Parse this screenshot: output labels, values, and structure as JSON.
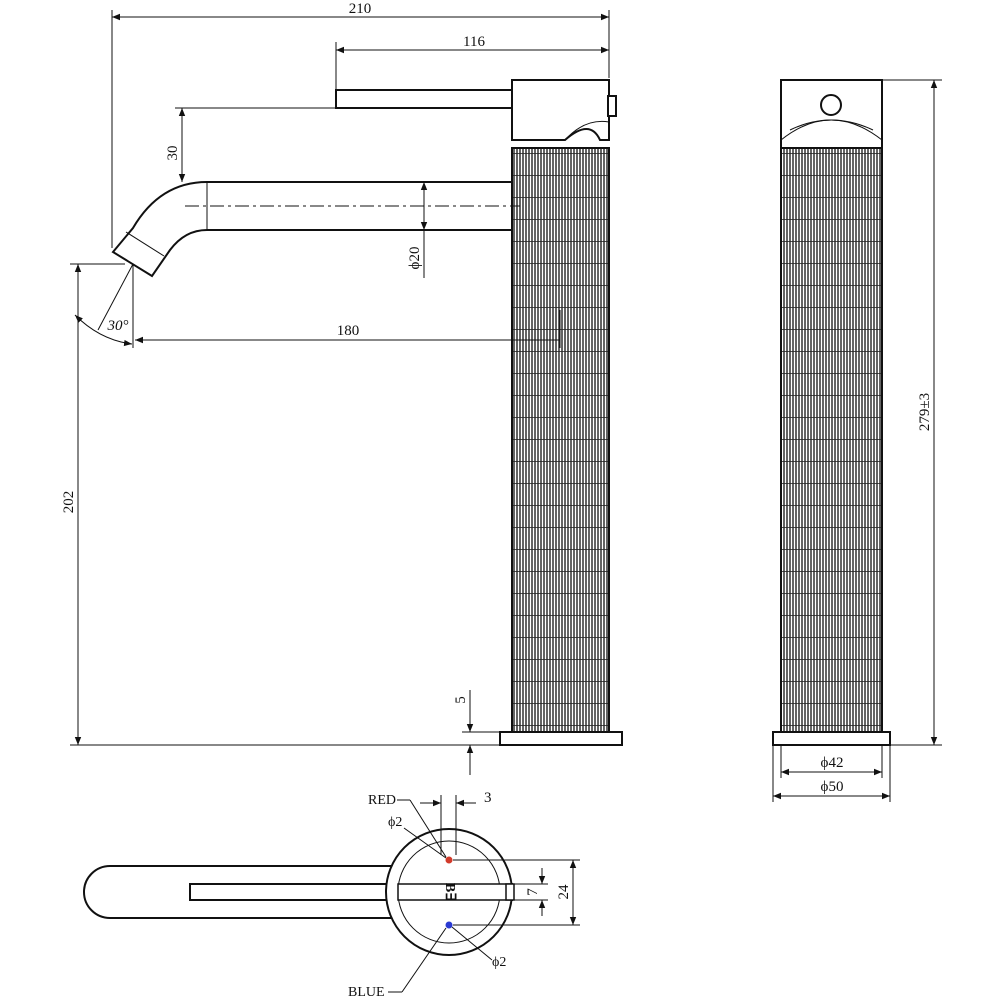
{
  "side_view": {
    "dim_total_width": "210",
    "dim_spout_to_lever": "116",
    "dim_lever_height": "30",
    "dim_spout_diameter": "ϕ20",
    "dim_reach": "180",
    "dim_spout_angle": "30°",
    "dim_spout_height": "202",
    "dim_base_plate": "5"
  },
  "front_view": {
    "dim_total_height": "279±3",
    "dim_body_diameter": "ϕ42",
    "dim_base_diameter": "ϕ50"
  },
  "top_view": {
    "label_red": "RED",
    "label_blue": "BLUE",
    "dim_offset": "3",
    "dim_hole_red": "ϕ2",
    "dim_hole_blue": "ϕ2",
    "dim_cartridge": "7",
    "dim_marker_spacing": "24",
    "cartridge_mark": "B∃"
  },
  "colors": {
    "red_marker": "#d23a2a",
    "blue_marker": "#2a3ad2"
  }
}
